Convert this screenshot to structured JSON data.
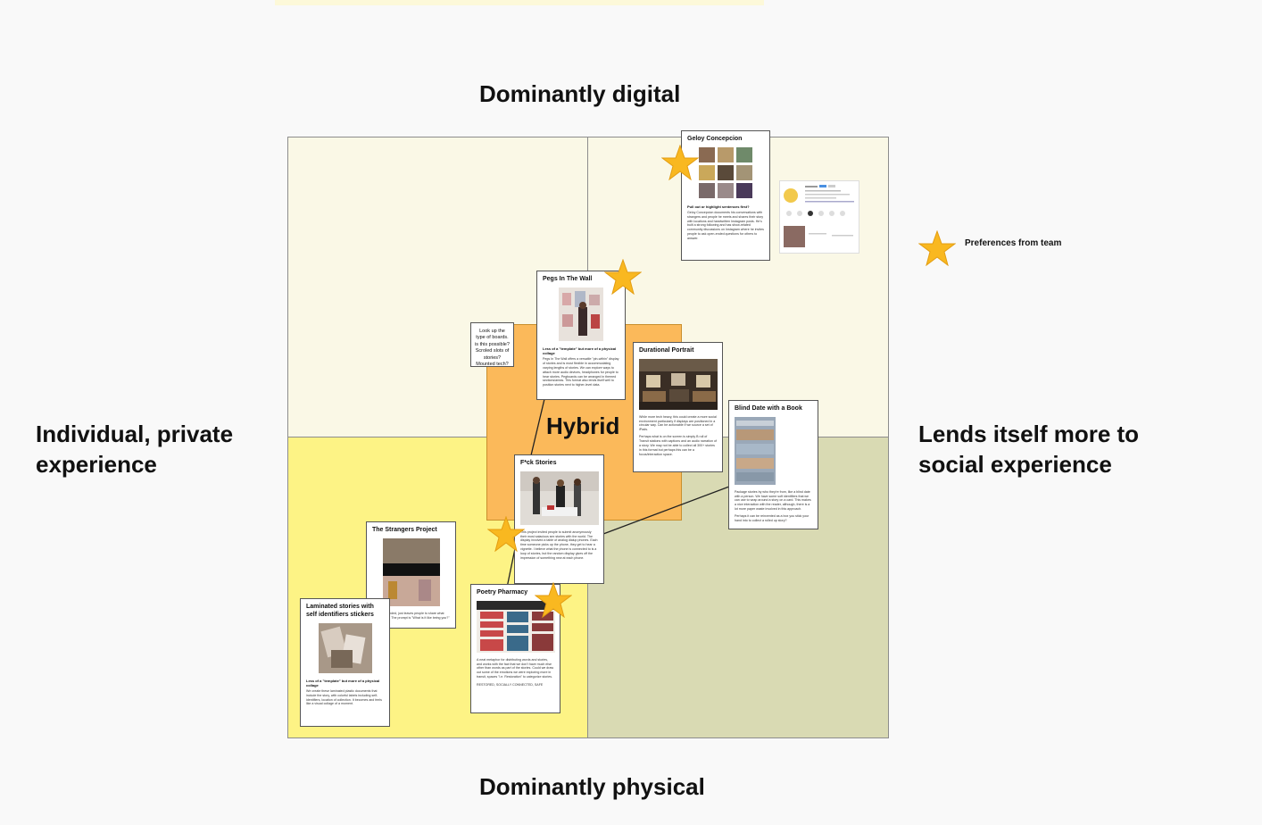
{
  "labels": {
    "top": "Dominantly digital",
    "bottom": "Dominantly physical",
    "left_line1": "Individual, private",
    "left_line2": "experience",
    "right_line1": "Lends itself more to",
    "right_line2": "social experience",
    "center": "Hybrid"
  },
  "colors": {
    "quad_top_left": "#faf8e6",
    "quad_top_right": "#faf8e6",
    "quad_bottom_left": "#fdf385",
    "quad_bottom_right": "#d9dab3",
    "hybrid": "#fbb95a",
    "star": "#f9b820"
  },
  "legend": {
    "text": "Preferences from team",
    "icon": "star-icon"
  },
  "note": {
    "text": "Look up the type of boards. is this possible? Scroled slots of stories? Mounted tech?"
  },
  "cards": {
    "geloy": {
      "title": "Geloy Concepcion",
      "subtitle": "Pull out or highlight sentences first?",
      "body": "Geloy Concepcion documents his conversations with strangers and people he meets and shares their story with locations and handwritten Instagram posts. He's built a strong following and has show-related community discussions on Instagram where he invites people to ask open-ended questions for others to answer."
    },
    "pegs": {
      "title": "Pegs In The Wall",
      "subtitle": "Less of a \"template\" but more of a physical collage",
      "body": "Pegs In The Wall offers a versatile \"pin-within\" display of stories and is most flexible in accommodating varying lengths of stories. We can explore ways to attach more audio devices, headphones for people to hear stories. Pegboards can be arranged in themed sections/areas. This format also lends itself well to position stories next to higher-level data."
    },
    "durational": {
      "title": "Durational Portrait",
      "body1": "While more tech heavy, this could create a more social environment particularly if displays are positioned in a circular way. Can be actionable if we source a set of iPads.",
      "body2": "Perhaps what is on the screen is simply B roll of Transit stations with captions and an audio narration of a story. We may not be able to collect all 300+ stories in this format but perhaps this can be a focus/interaction space."
    },
    "blind": {
      "title": "Blind Date with a Book",
      "body1": "Package stories by who they're from, like a blind date with a person. We have some soft identifiers that we can use to wrap around a story on a card. This makes a nice interaction with the reader, although, there is a lot more paper waste involved in this approach.",
      "body2": "Perhaps it can be reinvented as a box you stick your hand into to collect a rolled up story?"
    },
    "fck": {
      "title": "F*ck Stories",
      "body": "This project invited people to submit anonymously their most salacious sex stories with the world. The display involved a table of analog dialup phones. Each time someone picks up the phone, they get to hear a vignette. I believe what the phone is connected to is a loop of stories, but the random display gives off the impression of something new at each phone."
    },
    "strangers": {
      "title": "The Strangers Project",
      "body": "Very open ended, just leaves people to share what their story is. The prompt is \"What is it like being you?\""
    },
    "laminated": {
      "title": "Laminated stories with self identifiers stickers",
      "subtitle": "Less of a \"template\" but more of a physical collage",
      "body": "We create these laminated plastic documents that include the story, with colorful labels including self-identifiers, location of collection. It becomes and feels like a visual collage of a moment."
    },
    "poetry": {
      "title": "Poetry Pharmacy",
      "body": "A neat metaphor for distributing words and stories, and works with the fact that we don't have much else other than words as part of the stories. Could we draw out some of the emotions we were exploring more in transit, spaces \"i.e. Restoration\" to categorize stories.",
      "tag": "RESTORED, SOCIALLY CONNECTED, SAFE"
    }
  }
}
